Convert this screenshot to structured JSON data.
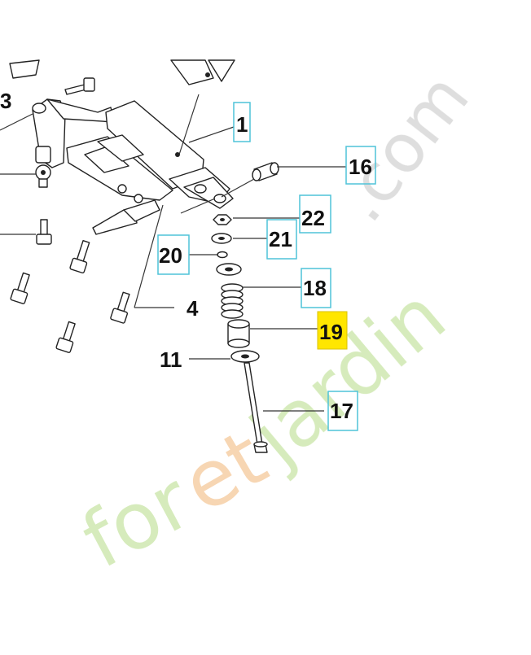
{
  "callouts": {
    "c1": "1",
    "c4": "4",
    "c11": "11",
    "c16": "16",
    "c17": "17",
    "c18": "18",
    "c19": "19",
    "c20": "20",
    "c21": "21",
    "c22": "22"
  },
  "highlighted": "19",
  "colors": {
    "highlight": "#ffe600",
    "box_border": "#4fc3d9",
    "watermark_green": "#c8e6a6",
    "watermark_orange": "#f7c99a",
    "watermark_grey": "#d7d7d7"
  },
  "watermark": {
    "part1": "for",
    "part2": "et",
    "part3": "jardin",
    "part4": ".com"
  }
}
